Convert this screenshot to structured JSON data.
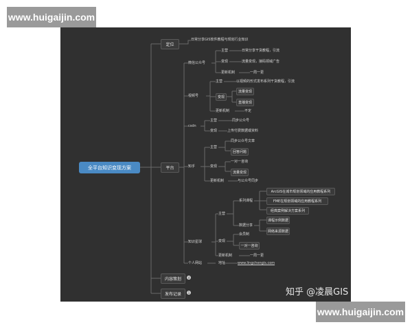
{
  "watermarks": {
    "top": "www.huigaijin.com",
    "bottom": "www.huigaijin.com"
  },
  "credit": "知乎 @凌晨GIS",
  "mindmap": {
    "root": "全平台知识变现方案",
    "branches": {
      "positioning": {
        "label": "定位",
        "desc": "日常分享GIS软件教程与规划行业知识"
      },
      "platform": {
        "label": "平台",
        "wechat": {
          "label": "微信公众号",
          "items": [
            {
              "k": "主营",
              "v": "日常分享干货教程，引流"
            },
            {
              "k": "变现",
              "v": "流量变现，接码领域广告"
            },
            {
              "k": "更新机制",
              "v": "一周一更"
            }
          ]
        },
        "video": {
          "label": "视频号",
          "main_k": "主营",
          "main_v": "以视频的形式发布系列干货教程，引流",
          "monetize_k": "变现",
          "monetize_v1": "流量变现",
          "monetize_v2": "直播变现",
          "update_k": "更新机制",
          "update_v": "不定"
        },
        "csdn": {
          "label": "csdn",
          "items": [
            {
              "k": "主营",
              "v": "同步公众号"
            },
            {
              "k": "变现",
              "v": "上传付费数据或资料"
            }
          ]
        },
        "zhihu": {
          "label": "知乎",
          "main_k": "主营",
          "main_v1": "同步公众号文章",
          "main_v2": "回答问题",
          "monetize_k": "变现",
          "monetize_v1": "一对一咨询",
          "monetize_v2": "流量变现",
          "update_k": "更新机制",
          "update_v": "与公众号同步"
        },
        "planet": {
          "label": "知识星球",
          "main_k": "主营",
          "course": "系列课程",
          "course_items": [
            "ArcGIS在城市规划领域的应用教程系列",
            "FME在规划领域的应用教程系列",
            "经典案例解决方案系列"
          ],
          "data": "数据分享",
          "data_items": [
            "课程示例数据",
            "网络来源数据"
          ],
          "monetize_k": "变现",
          "monetize_v1": "会员制",
          "monetize_v2": "一对一咨询",
          "update_k": "更新机制",
          "update_v": "一周一更"
        },
        "site": {
          "label": "个人网站",
          "k": "地址",
          "v": "www.lingchengis.com"
        }
      },
      "content": {
        "label": "内容策划",
        "badge": "4"
      },
      "publish": {
        "label": "发布记录",
        "badge": "1"
      }
    }
  }
}
